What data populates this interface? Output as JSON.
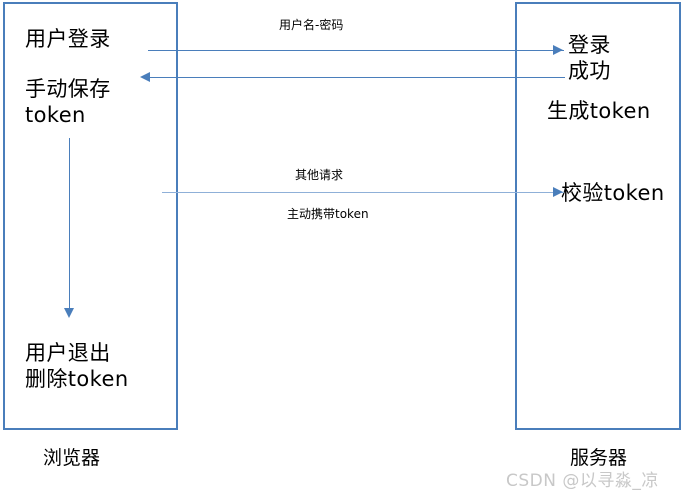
{
  "diagram": {
    "title_implicit": "Token 登录流程图",
    "lanes": [
      {
        "id": "browser",
        "label": "浏览器"
      },
      {
        "id": "server",
        "label": "服务器"
      }
    ],
    "browser_steps": [
      {
        "id": "user-login",
        "text": "用户登录"
      },
      {
        "id": "save-token",
        "text": "手动保存\ntoken"
      },
      {
        "id": "user-logout",
        "text": "用户退出\n删除token"
      }
    ],
    "server_steps": [
      {
        "id": "login-success",
        "text": "登录\n成功"
      },
      {
        "id": "create-token",
        "text": "生成token"
      },
      {
        "id": "verify-token",
        "text": "校验token"
      }
    ],
    "messages": [
      {
        "id": "credentials",
        "label": "用户名-密码",
        "direction": "browser-to-server"
      },
      {
        "id": "login-reply",
        "label": "",
        "direction": "server-to-browser"
      },
      {
        "id": "other-request",
        "label": "其他请求",
        "direction": "browser-to-server"
      },
      {
        "id": "carry-token",
        "label": "主动携带token",
        "direction": "browser-to-server"
      }
    ],
    "colors": {
      "box_border": "#4a7ebb",
      "arrow": "#4a7ebb",
      "arrow_light": "#8fb0d8",
      "text": "#000000",
      "background": "#ffffff",
      "watermark": "#c8c8c8"
    }
  },
  "watermark": {
    "text": "CSDN @以寻淼_凉"
  }
}
